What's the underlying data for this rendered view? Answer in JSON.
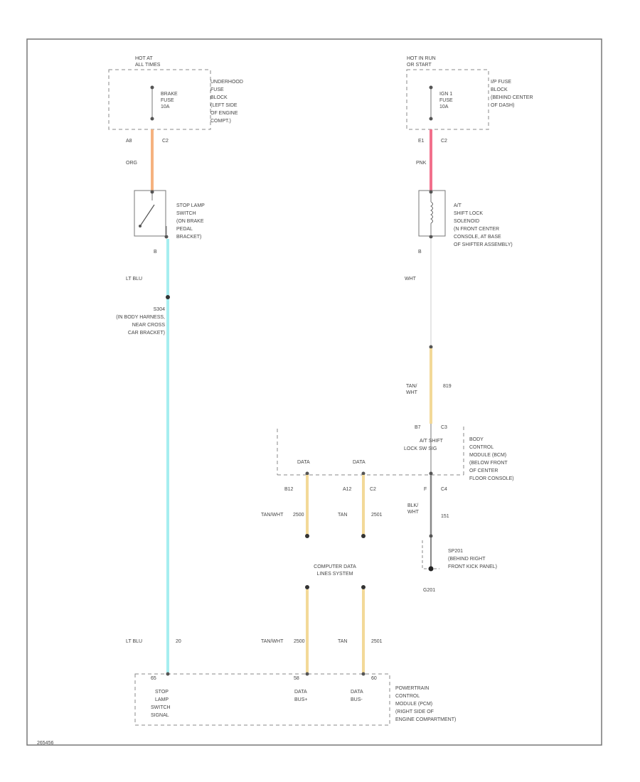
{
  "fuse_left": {
    "hot_at": [
      "HOT AT",
      "ALL TIMES"
    ],
    "fuse": [
      "BRAKE",
      "FUSE",
      "10A"
    ],
    "location": [
      "UNDERHOOD",
      "FUSE",
      "BLOCK",
      "(LEFT SIDE",
      "OF ENGINE",
      "COMPT.)"
    ],
    "pin": "A8",
    "conn": "C2",
    "wire": "ORG"
  },
  "stop_switch": {
    "label": [
      "STOP LAMP",
      "SWITCH",
      "(ON BRAKE",
      "PEDAL",
      "BRACKET)"
    ],
    "pin": "B",
    "wire": "LT BLU"
  },
  "splice": {
    "label": [
      "S304",
      "(IN BODY HARNESS,",
      "NEAR CROSS",
      "CAR BRACKET)"
    ]
  },
  "fuse_right": {
    "hot_at": [
      "HOT IN RUN",
      "OR START"
    ],
    "fuse": [
      "IGN 1",
      "FUSE",
      "10A"
    ],
    "location": [
      "I/P FUSE",
      "BLOCK",
      "(BEHIND CENTER",
      "OF DASH)"
    ],
    "pin": "E1",
    "conn": "C2",
    "wire": "PNK"
  },
  "shift_solenoid": {
    "label": [
      "A/T",
      "SHIFT LOCK",
      "SOLENOID",
      "(N FRONT CENTER",
      "CONSOLE, AT BASE",
      "OF SHIFTER ASSEMBLY)"
    ],
    "pin": "B",
    "wire": "WHT"
  },
  "bcm_feed": {
    "wire": [
      "TAN/",
      "WHT"
    ],
    "circuit": "819",
    "pin": "B7",
    "conn": "C3"
  },
  "bcm": {
    "label": [
      "BODY",
      "CONTROL",
      "MODULE (BCM)",
      "(BELOW FRONT",
      "OF CENTER",
      "FLOOR CONSOLE)"
    ],
    "shift_label": [
      "A/T SHIFT",
      "LOCK SW SIG"
    ],
    "data1": "DATA",
    "data2": "DATA",
    "pin1": "B12",
    "pin2": "A12",
    "conn2": "C2",
    "pin3": "F",
    "conn3": "C4",
    "wire1": "TAN/WHT",
    "circuit1": "2500",
    "wire2": "TAN",
    "circuit2": "2501",
    "ground_wire": [
      "BLK/",
      "WHT"
    ],
    "ground_circuit": "151"
  },
  "ground_splice": {
    "label": [
      "SP201",
      "(BEHIND RIGHT",
      "FRONT KICK PANEL)"
    ],
    "ground": "G201"
  },
  "data_lines": {
    "label": [
      "COMPUTER DATA",
      "LINES SYSTEM"
    ],
    "wire1": "TAN/WHT",
    "circuit1": "2500",
    "wire2": "TAN",
    "circuit2": "2501"
  },
  "stop_signal": {
    "wire": "LT BLU",
    "circuit": "20"
  },
  "pcm": {
    "label": [
      "POWERTRAIN",
      "CONTROL",
      "MODULE (PCM)",
      "(RIGHT SIDE OF",
      "ENGINE COMPARTMENT)"
    ],
    "pin1": "65",
    "pin2": "58",
    "pin3": "60",
    "sig1": [
      "STOP",
      "LAMP",
      "SWITCH",
      "SIGNAL"
    ],
    "sig2": [
      "DATA",
      "BUS+"
    ],
    "sig3": [
      "DATA",
      "BUS-"
    ]
  },
  "footer": {
    "ref": "265456"
  },
  "colors": {
    "org": "#f5b27f",
    "pnk": "#f2708c",
    "lt_blu": "#a6eef0",
    "tan": "#f3d998",
    "wht": "#dddddd",
    "gray": "#888888"
  }
}
